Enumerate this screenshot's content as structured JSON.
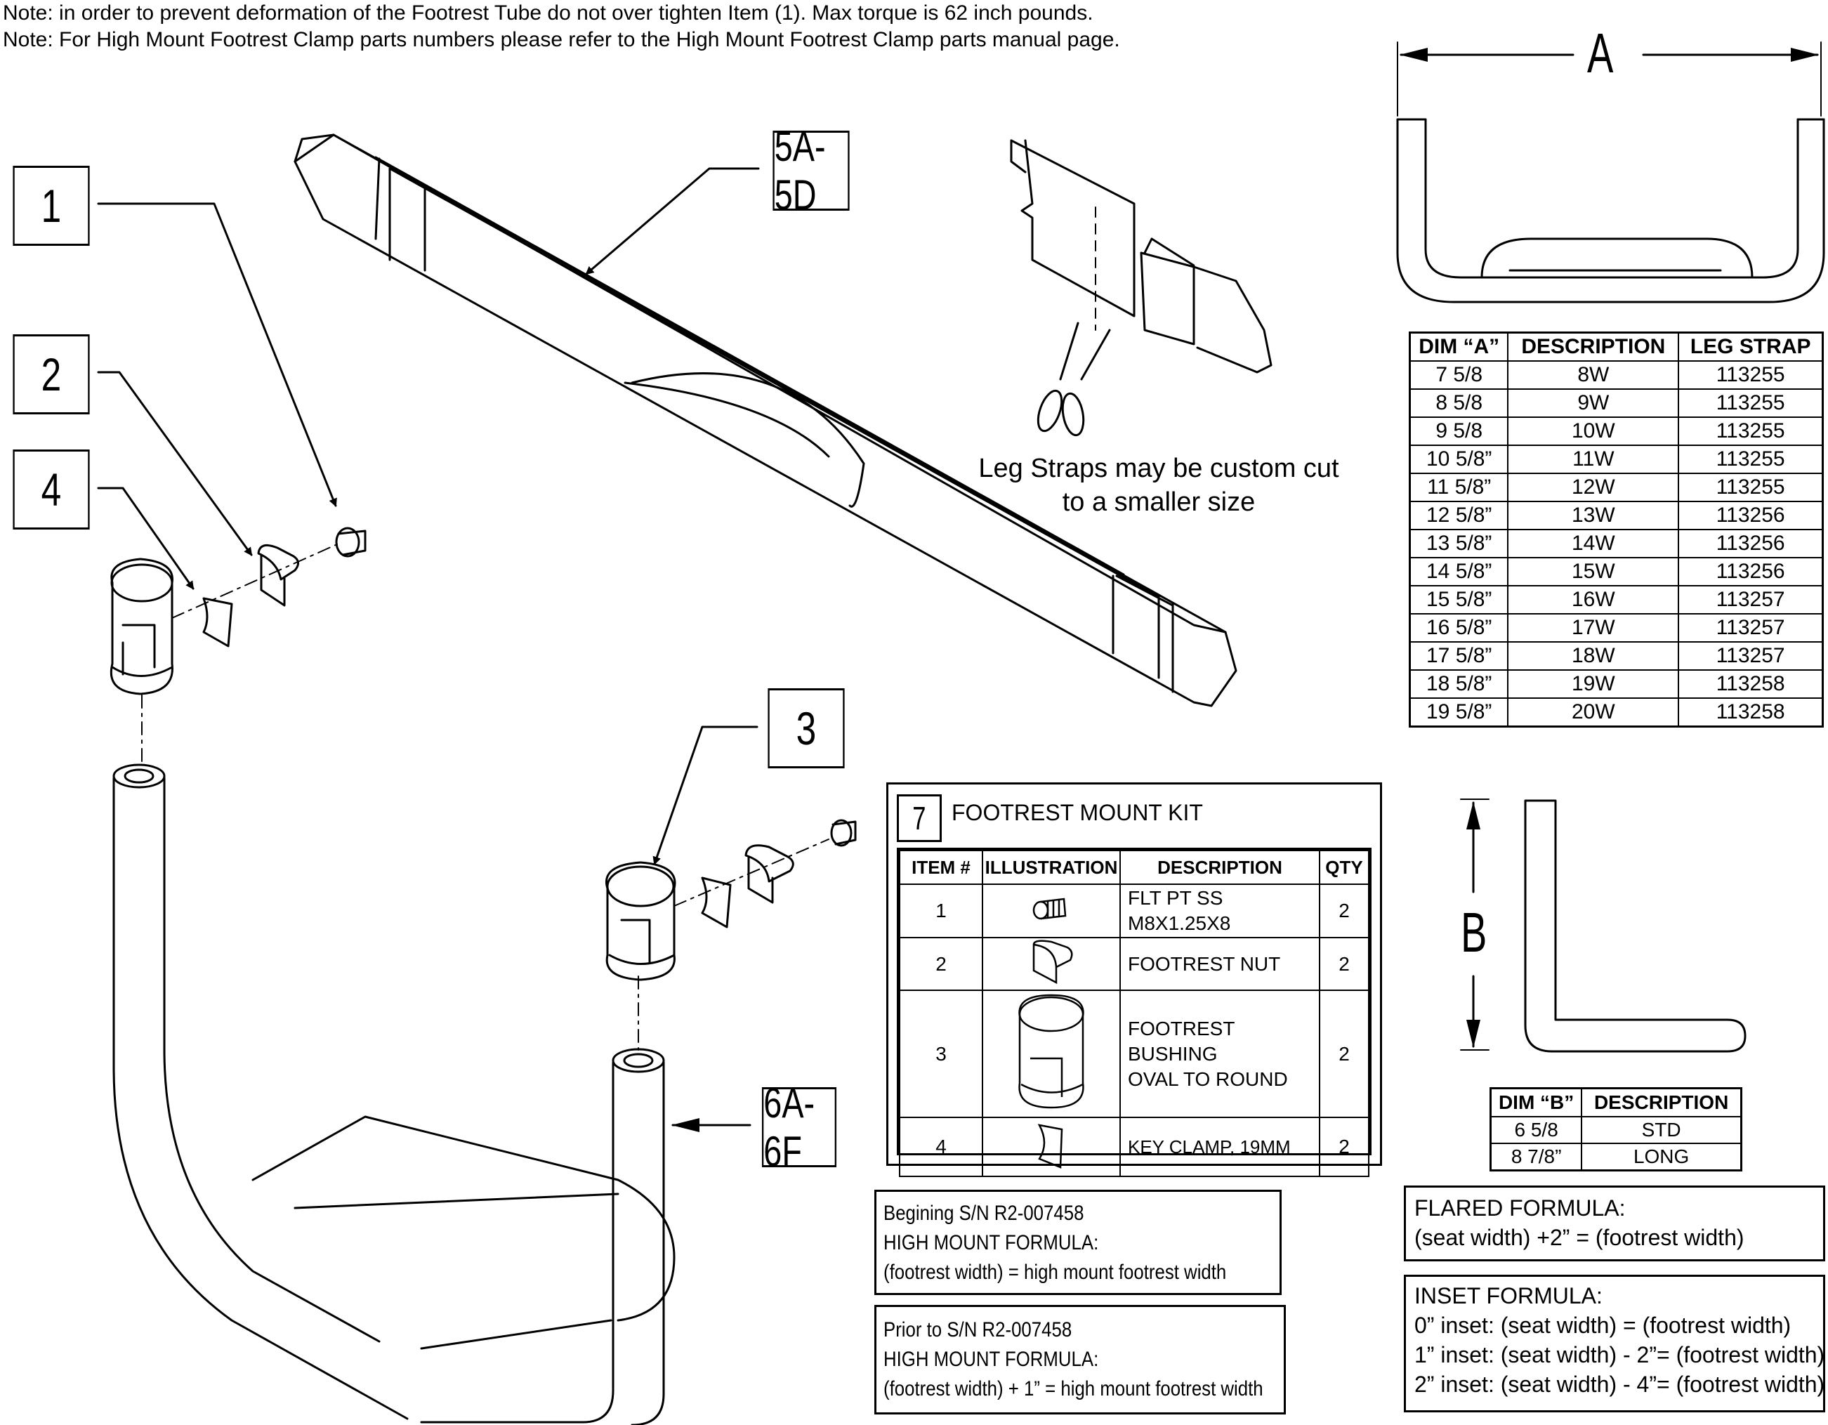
{
  "notes": [
    "Note: in order to prevent deformation of the Footrest Tube do not over tighten Item (1). Max torque is 62 inch pounds.",
    "Note: For High Mount Footrest Clamp parts numbers please refer to the High Mount Footrest Clamp parts manual page."
  ],
  "callouts": {
    "item1": "1",
    "item2": "2",
    "item4": "4",
    "item3": "3",
    "footrest": "5A-5D",
    "tube": "6A-6F"
  },
  "leg_strap_note": [
    "Leg Straps may be custom cut",
    "to a smaller size"
  ],
  "dim_labels": {
    "a": "A",
    "b": "B"
  },
  "dim_a_table": {
    "headers": [
      "DIM “A”",
      "DESCRIPTION",
      "LEG STRAP"
    ],
    "rows": [
      [
        "7 5/8",
        "8W",
        "113255"
      ],
      [
        "8 5/8",
        "9W",
        "113255"
      ],
      [
        "9 5/8",
        "10W",
        "113255"
      ],
      [
        "10 5/8”",
        "11W",
        "113255"
      ],
      [
        "11 5/8”",
        "12W",
        "113255"
      ],
      [
        "12 5/8”",
        "13W",
        "113256"
      ],
      [
        "13 5/8”",
        "14W",
        "113256"
      ],
      [
        "14 5/8”",
        "15W",
        "113256"
      ],
      [
        "15 5/8”",
        "16W",
        "113257"
      ],
      [
        "16 5/8”",
        "17W",
        "113257"
      ],
      [
        "17 5/8”",
        "18W",
        "113257"
      ],
      [
        "18 5/8”",
        "19W",
        "113258"
      ],
      [
        "19 5/8”",
        "20W",
        "113258"
      ]
    ]
  },
  "kit": {
    "number": "7",
    "title": "FOOTREST MOUNT KIT",
    "headers": [
      "ITEM #",
      "ILLUSTRATION",
      "DESCRIPTION",
      "QTY"
    ],
    "rows": [
      {
        "item": "1",
        "desc": [
          "FLT PT SS",
          "M8X1.25X8"
        ],
        "qty": "2",
        "icon": "set-screw-icon"
      },
      {
        "item": "2",
        "desc": [
          "FOOTREST NUT"
        ],
        "qty": "2",
        "icon": "footrest-nut-icon"
      },
      {
        "item": "3",
        "desc": [
          "FOOTREST",
          "BUSHING",
          "OVAL TO ROUND"
        ],
        "qty": "2",
        "icon": "bushing-icon"
      },
      {
        "item": "4",
        "desc": [
          "KEY CLAMP, 19MM"
        ],
        "qty": "2",
        "icon": "key-clamp-icon"
      }
    ]
  },
  "dim_b_table": {
    "headers": [
      "DIM “B”",
      "DESCRIPTION"
    ],
    "rows": [
      [
        "6 5/8",
        "STD"
      ],
      [
        "8 7/8”",
        "LONG"
      ]
    ]
  },
  "high_mount_new": [
    "Begining S/N R2-007458",
    "HIGH MOUNT FORMULA:",
    "(footrest width)  = high mount footrest width"
  ],
  "high_mount_old": [
    "Prior to S/N R2-007458",
    "HIGH MOUNT FORMULA:",
    "(footrest width) + 1” = high mount footrest width"
  ],
  "flared": [
    "FLARED FORMULA:",
    "(seat width) +2”  = (footrest width)"
  ],
  "inset": [
    "INSET FORMULA:",
    "0” inset: (seat width)      = (footrest width)",
    "1” inset: (seat width) - 2”= (footrest width)",
    "2” inset: (seat width) - 4”= (footrest width)"
  ]
}
